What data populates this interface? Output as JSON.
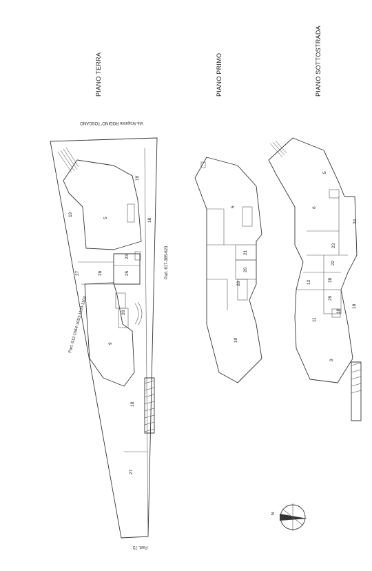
{
  "titles": {
    "terra": "PIANO TERRA",
    "primo": "PIANO PRIMO",
    "sottostrada": "PIANO  SOTTOSTRADA"
  },
  "annotations": {
    "street": "Via Arciprete RODINO' TOSCANO",
    "part_left": "Part. 612-1064-1053-1103-1104",
    "part_right": "Part. 617-385-623",
    "part_bottom": "Part. 73",
    "north": "N"
  },
  "rooms": {
    "terra": [
      "19",
      "5",
      "19",
      "18",
      "23",
      "27",
      "26",
      "25",
      "28",
      "9",
      "18",
      "27"
    ],
    "primo": [
      "5",
      "21",
      "20",
      "28",
      "10"
    ],
    "sottostrada": [
      "5",
      "6",
      "24",
      "23",
      "22",
      "12",
      "28",
      "29",
      "18",
      "11",
      "9",
      "18"
    ]
  }
}
